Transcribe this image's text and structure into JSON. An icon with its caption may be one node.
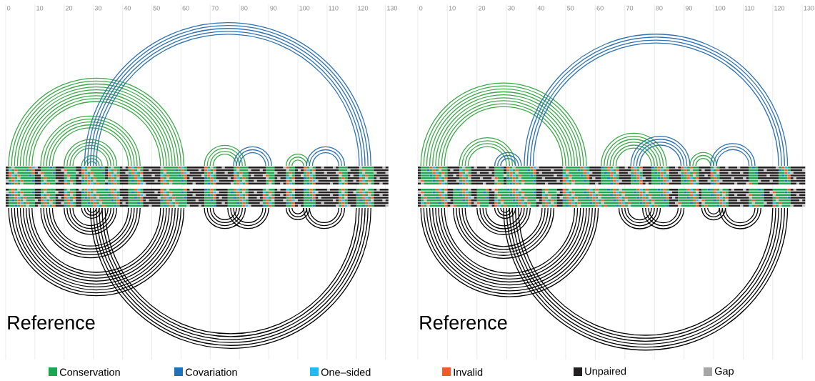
{
  "diagram": {
    "labels": [
      "0",
      "10",
      "20",
      "30",
      "40",
      "50",
      "60",
      "70",
      "80",
      "90",
      "100",
      "110",
      "120",
      "130",
      "0",
      "10",
      "20",
      "30",
      "40",
      "50",
      "60",
      "70",
      "80",
      "90",
      "100",
      "110",
      "120",
      "130",
      "Reference",
      "Reference"
    ],
    "legend": [
      {
        "text": "Conservation",
        "color": "#1aa74f"
      },
      {
        "text": "Covariation",
        "color": "#1f72b8"
      },
      {
        "text": "One–sided",
        "color": "#22b9ee"
      },
      {
        "text": "Invalid",
        "color": "#f15a29"
      },
      {
        "text": "Unpaired",
        "color": "#231f20"
      },
      {
        "text": "Gap",
        "color": "#a6a6a6"
      }
    ]
  }
}
